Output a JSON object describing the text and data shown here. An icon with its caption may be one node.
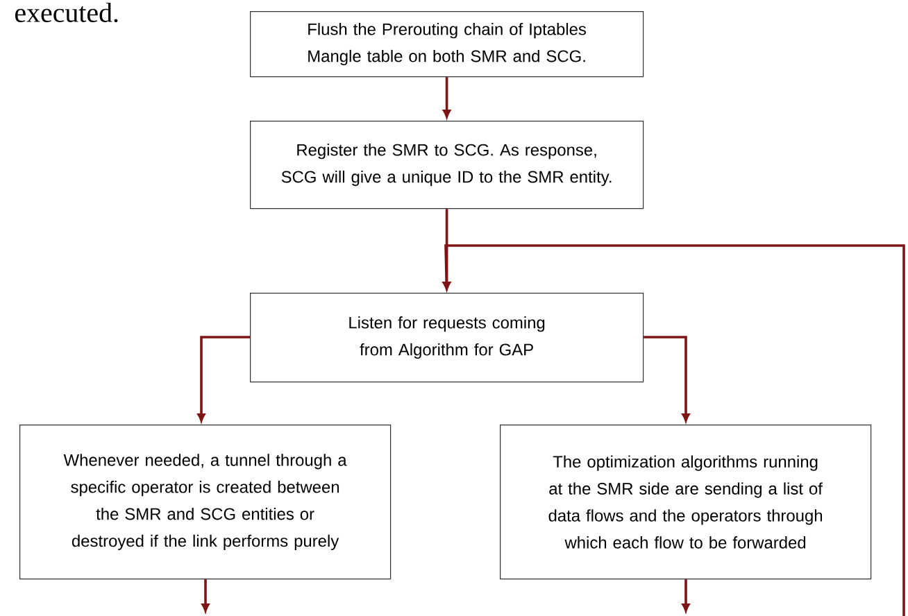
{
  "diagram": {
    "nodes": [
      {
        "text": [
          "Flush the Prerouting chain of Iptables Mangle table on both SMR and SCG."
        ]
      },
      {
        "text": [
          "Register the SMR to SCG. As response, SCG will give a unique ID to the SMR entity."
        ]
      },
      {
        "text": [
          "Listen for requests coming from Algorithm for GAP"
        ]
      },
      {
        "text": [
          "Whenever needed, a tunnel through a specific operator is created between the SMR and SCG entities or destroyed if the link performs purely"
        ]
      },
      {
        "text": [
          "The optimization algorithms running at the SMR side are sending a list of data flows and the operators through which each flow to be forwarded"
        ]
      }
    ],
    "edges": [
      {
        "from": 0,
        "to": 1,
        "arrow": "to"
      },
      {
        "from": 1,
        "to": 2,
        "arrow": "to"
      },
      {
        "from": null,
        "to": 2,
        "arrow": "to"
      },
      {
        "from": 2,
        "to": 3,
        "arrow": "to"
      },
      {
        "from": 2,
        "to": 4,
        "arrow": "to"
      },
      {
        "from": 3,
        "to": null,
        "arrow": "to"
      },
      {
        "from": 4,
        "to": null,
        "arrow": "to"
      }
    ],
    "labels": [
      "executed."
    ]
  }
}
